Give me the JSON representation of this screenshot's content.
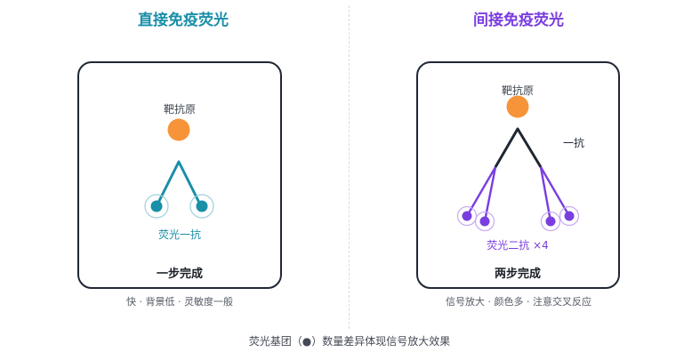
{
  "direct": {
    "title": "直接免疫荧光",
    "antigen_label": "靶抗原",
    "antibody_label": "荧光一抗",
    "step_label": "一步完成",
    "note": "快 · 背景低 · 灵敏度一般",
    "color": "#1a8fa8"
  },
  "indirect": {
    "title": "间接免疫荧光",
    "antigen_label": "靶抗原",
    "primary_label": "一抗",
    "secondary_label": "荧光二抗 ×4",
    "step_label": "两步完成",
    "note": "信号放大 · 颜色多 · 注意交叉反应",
    "color": "#7a3ee0"
  },
  "antigen_color": "#f79439",
  "footer": "荧光基团（●）数量差异体现信号放大效果"
}
